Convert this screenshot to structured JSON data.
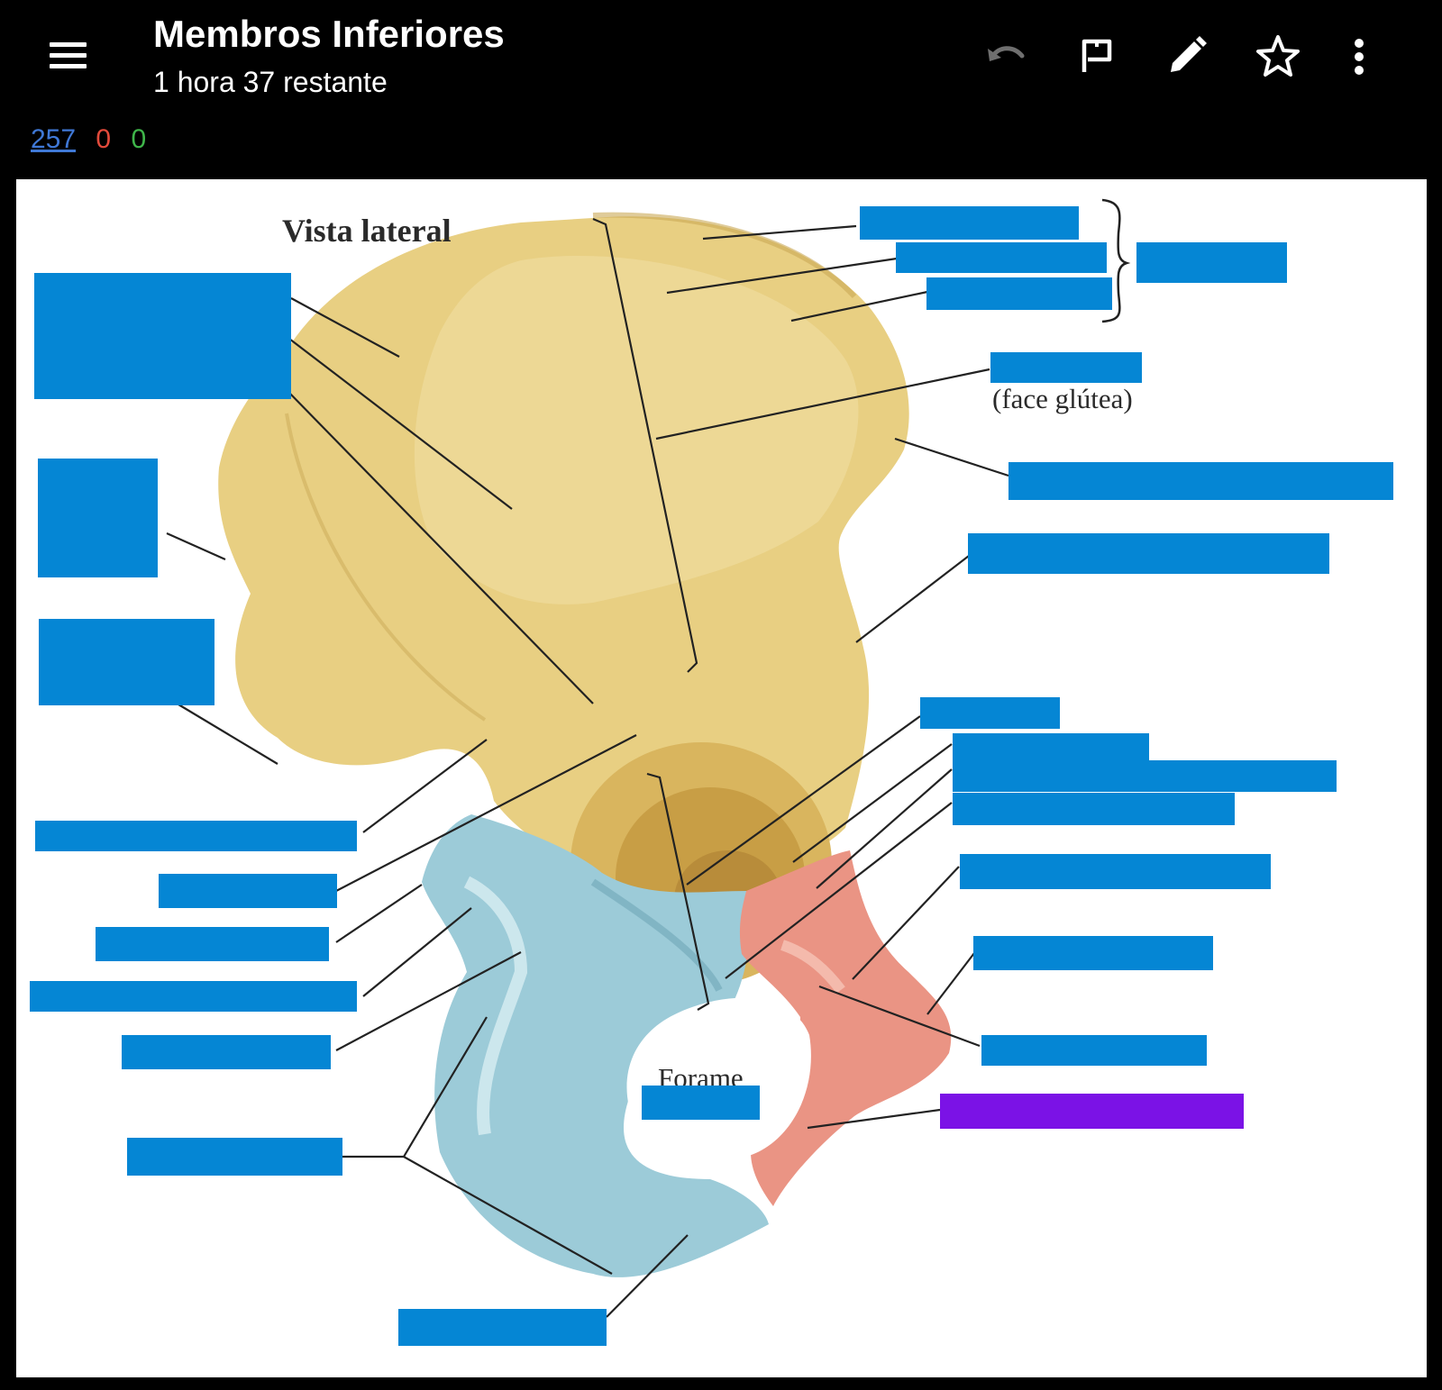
{
  "header": {
    "title": "Membros Inferiores",
    "subtitle": "1 hora 37 restante",
    "icons": [
      "menu-icon",
      "undo-icon",
      "flag-icon",
      "pencil-icon",
      "star-icon",
      "more-vert-icon"
    ]
  },
  "counters": {
    "total": "257",
    "wrong": "0",
    "correct": "0"
  },
  "diagram": {
    "texts": {
      "view": "Vista lateral",
      "gluteal_face": "(face glútea)",
      "foramen": "Forame"
    },
    "colors": {
      "ilium": "#e8cf82",
      "ischium": "#9ccbd8",
      "pubis": "#ea9484",
      "blank": "#0586d4",
      "active_blank": "#7b12e6",
      "leader_line": "#222222"
    },
    "answer_blanks": {
      "count": 29,
      "active": "pubis-ramus-lower-right"
    }
  }
}
